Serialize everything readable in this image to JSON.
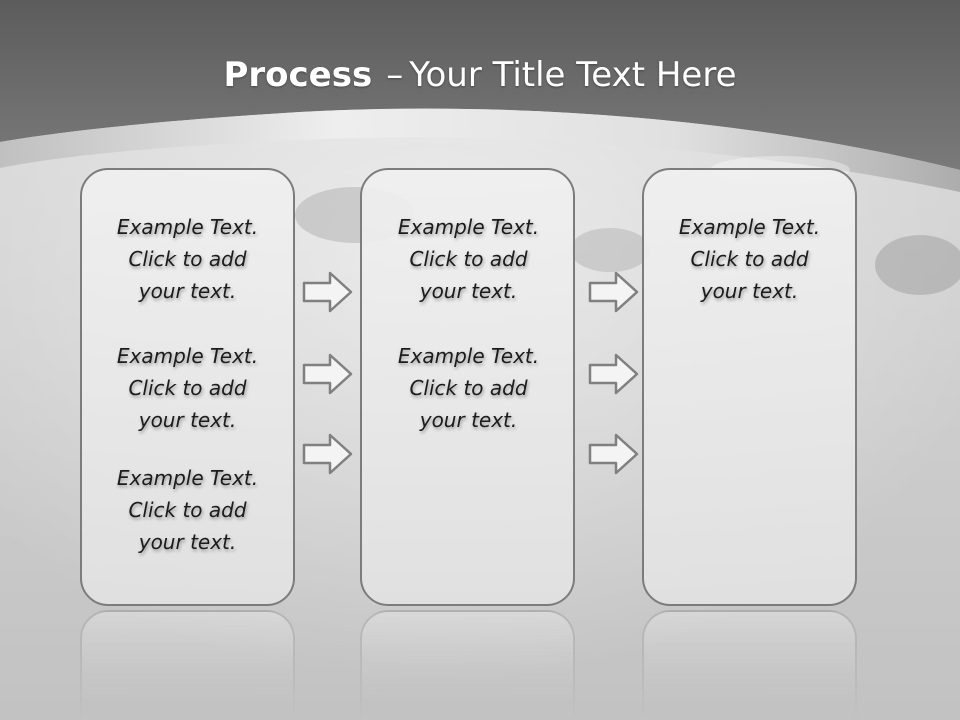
{
  "slide": {
    "title_bold": "Process",
    "title_separator": "–",
    "title_rest": "Your Title Text Here",
    "colors": {
      "header": "#6a6a6a",
      "box_border": "#7c7c7c",
      "arrow_stroke": "#808080",
      "text": "#1c1c1c"
    }
  },
  "columns": [
    {
      "blocks": [
        {
          "line1": "Example Text.",
          "line2": "Click  to add",
          "line3": "your text."
        },
        {
          "line1": "Example Text.",
          "line2": "Click  to add",
          "line3": "your text."
        },
        {
          "line1": "Example Text.",
          "line2": "Click  to add",
          "line3": "your text."
        }
      ]
    },
    {
      "blocks": [
        {
          "line1": "Example Text.",
          "line2": "Click  to add",
          "line3": "your text."
        },
        {
          "line1": "Example Text.",
          "line2": "Click  to add",
          "line3": "your text."
        }
      ]
    },
    {
      "blocks": [
        {
          "line1": "Example Text.",
          "line2": "Click  to add",
          "line3": "your text."
        }
      ]
    }
  ]
}
